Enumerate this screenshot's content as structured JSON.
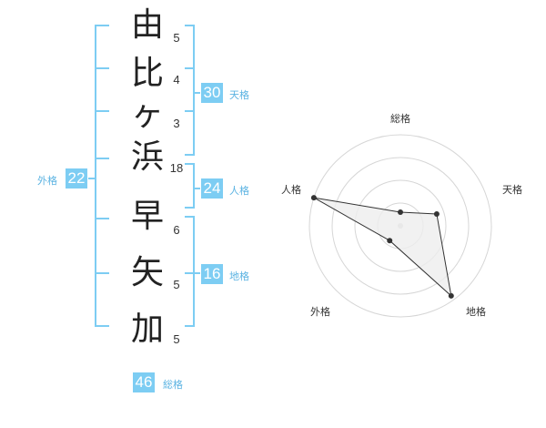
{
  "name_chars": [
    {
      "char": "由",
      "strokes": "5"
    },
    {
      "char": "比",
      "strokes": "4"
    },
    {
      "char": "ヶ",
      "strokes": "3"
    },
    {
      "char": "浜",
      "strokes": "18"
    },
    {
      "char": "早",
      "strokes": "6"
    },
    {
      "char": "矢",
      "strokes": "5"
    },
    {
      "char": "加",
      "strokes": "5"
    }
  ],
  "fortunes": {
    "tenkaku": {
      "value": "30",
      "label": "天格"
    },
    "jinkaku": {
      "value": "24",
      "label": "人格"
    },
    "chikaku": {
      "value": "16",
      "label": "地格"
    },
    "gaikaku": {
      "value": "22",
      "label": "外格"
    },
    "soukaku": {
      "value": "46",
      "label": "総格"
    }
  },
  "radar": {
    "axes": [
      "総格",
      "天格",
      "地格",
      "外格",
      "人格"
    ],
    "levels": 4,
    "values": [
      0.15,
      0.42,
      0.95,
      0.2,
      1.0
    ],
    "line_color": "#333333",
    "fill_color": "#eeeeee",
    "ring_color": "#d6d6d6",
    "bracket_color": "#7dcdf3",
    "badge_color": "#7dcdf3"
  }
}
